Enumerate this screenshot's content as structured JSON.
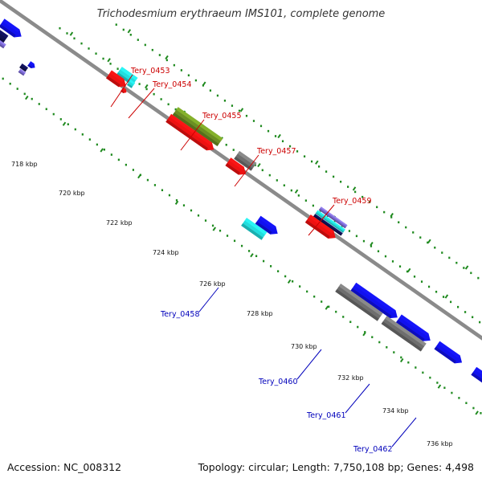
{
  "title": "Trichodesmium erythraeum IMS101, complete genome",
  "footer": {
    "accession": "Accession: NC_008312",
    "topology": "Topology: circular; Length: 7,750,108 bp; Genes: 4,498"
  },
  "ticks": [
    "718 kbp",
    "720 kbp",
    "722 kbp",
    "724 kbp",
    "726 kbp",
    "728 kbp",
    "730 kbp",
    "732 kbp",
    "734 kbp",
    "736 kbp"
  ],
  "labels_top": [
    "Tery_0453",
    "Tery_0454",
    "Tery_0455",
    "Tery_0457",
    "Tery_0459"
  ],
  "labels_bottom": [
    "Tery_0458",
    "Tery_0460",
    "Tery_0461",
    "Tery_0462"
  ],
  "colors": {
    "backbone": "#8a8a8a",
    "dots": "#1f8a1f",
    "label_top": "#cc0000",
    "label_bottom": "#0000bb",
    "cds_red": "#ee1111",
    "gene_blue": "#1111ee",
    "gene_cyan": "#22dddd",
    "gene_olive": "#6b8e23",
    "gene_gray": "#6e6e6e",
    "gene_purple": "#7766cc",
    "gene_navy": "#101050"
  }
}
